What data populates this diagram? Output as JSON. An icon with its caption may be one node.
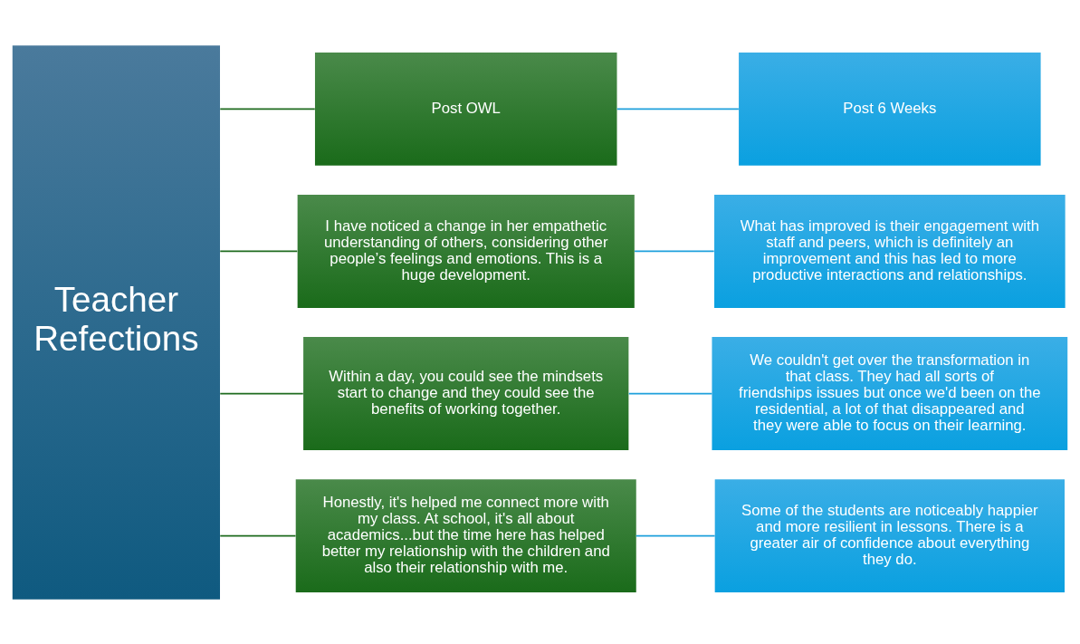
{
  "diagram": {
    "nodes": [
      {
        "text": [
          "Teacher Refections"
        ]
      },
      {
        "text": [
          "Post OWL"
        ]
      },
      {
        "text": [
          "Post 6 Weeks"
        ]
      },
      {
        "text": [
          "I have noticed a change in her empathetic understanding of others, considering other people’s feelings and emotions. This is a huge development."
        ]
      },
      {
        "text": [
          "What has improved is their engagement with staff and peers, which is definitely an improvement and this has led to more productive interactions and relationships."
        ]
      },
      {
        "text": [
          "Within a day, you could see the mindsets start to change and they could see the benefits of working together."
        ]
      },
      {
        "text": [
          "We couldn't get over the transformation in that class. They had all sorts of friendships issues but once we'd been on the residential, a lot of that disappeared and they were able to focus on their learning."
        ]
      },
      {
        "text": [
          "Honestly, it's helped me connect more with my class. At school, it's all about academics...but the time here has helped better my relationship with the children and also their relationship with me."
        ]
      },
      {
        "text": [
          "Some of the students are noticeably happier and more resilient in lessons. There is a greater air of confidence about everything they do."
        ]
      }
    ],
    "edges": [
      {
        "from": 0,
        "to": 1,
        "arrow": "none",
        "color": "#1e6b1e"
      },
      {
        "from": 0,
        "to": 3,
        "arrow": "none",
        "color": "#1e6b1e"
      },
      {
        "from": 0,
        "to": 5,
        "arrow": "none",
        "color": "#1e6b1e"
      },
      {
        "from": 0,
        "to": 7,
        "arrow": "none",
        "color": "#1e6b1e"
      },
      {
        "from": 1,
        "to": 2,
        "arrow": "none",
        "color": "#1ea0dc"
      },
      {
        "from": 3,
        "to": 4,
        "arrow": "none",
        "color": "#1ea0dc"
      },
      {
        "from": 5,
        "to": 6,
        "arrow": "none",
        "color": "#1ea0dc"
      },
      {
        "from": 7,
        "to": 8,
        "arrow": "none",
        "color": "#1ea0dc"
      }
    ]
  }
}
